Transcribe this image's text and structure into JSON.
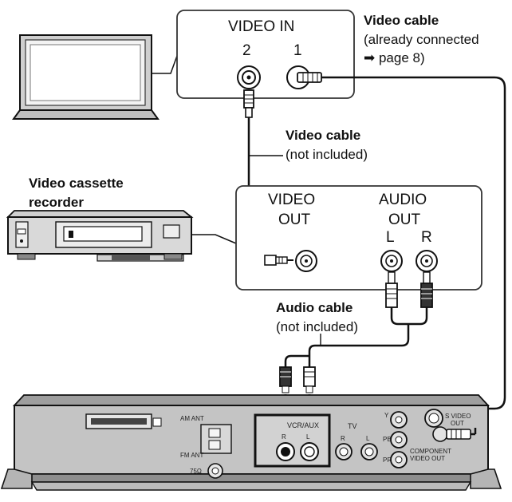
{
  "tv_panel": {
    "title": "VIDEO IN",
    "input_2": "2",
    "input_1": "1"
  },
  "video_cable_top": {
    "title": "Video cable",
    "note_line1": "(already connected",
    "note_line2": "➡ page 8)"
  },
  "video_cable_mid": {
    "title": "Video cable",
    "note": "(not included)"
  },
  "vcr": {
    "label_line1": "Video cassette",
    "label_line2": "recorder"
  },
  "vcr_panel": {
    "video_line1": "VIDEO",
    "video_line2": "OUT",
    "audio_line1": "AUDIO",
    "audio_line2": "OUT",
    "left": "L",
    "right": "R"
  },
  "audio_cable": {
    "title": "Audio cable",
    "note": "(not included)"
  },
  "receiver_labels": {
    "am_ant": "AM ANT",
    "fm_ant": "FM ANT",
    "fm_ohm": "75Ω",
    "vcr_aux": "VCR/AUX",
    "tv": "TV",
    "r1": "R",
    "l1": "L",
    "r2": "R",
    "l2": "L",
    "y": "Y",
    "pb": "PB",
    "pr": "PR",
    "s_video": "S VIDEO",
    "out": "OUT",
    "component": "COMPONENT",
    "video_out": "VIDEO OUT"
  },
  "colors": {
    "line": "#111111",
    "device_fill": "#d4d4d4",
    "panel_bg": "#ffffff",
    "receiver_body": "#bdbdbd"
  }
}
